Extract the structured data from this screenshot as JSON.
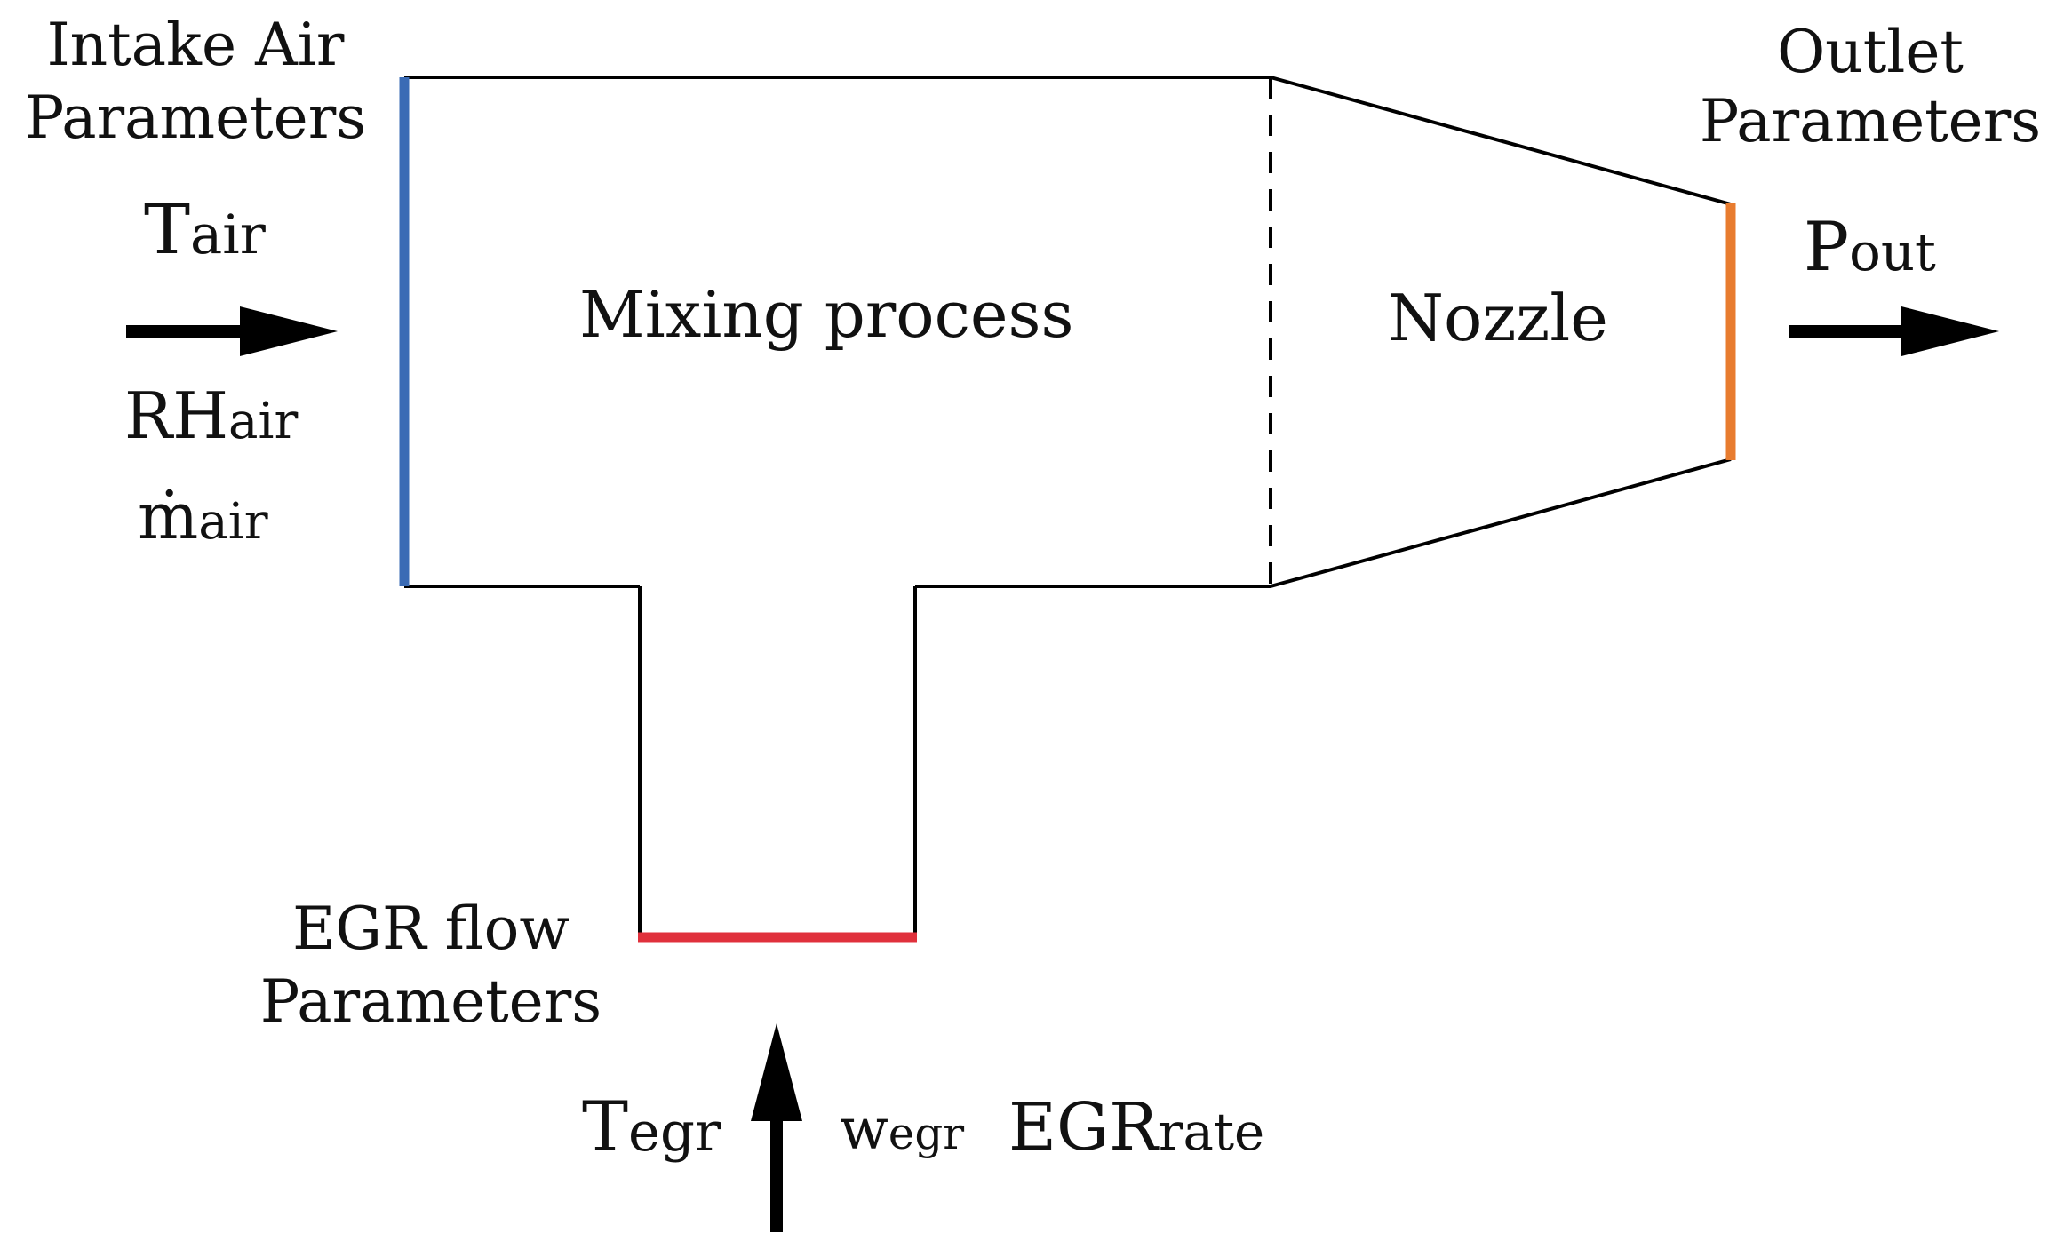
{
  "labels": {
    "intake": {
      "line1": "Intake Air",
      "line2": "Parameters"
    },
    "outlet": {
      "line1": "Outlet",
      "line2": "Parameters"
    },
    "egr": {
      "line1": "EGR flow",
      "line2": "Parameters"
    },
    "mixing": "Mixing process",
    "nozzle": "Nozzle"
  },
  "variables": {
    "t_air": {
      "base": "T",
      "sub": "air"
    },
    "rh_air": {
      "base": "RH",
      "sub": "air"
    },
    "m_air": {
      "base": "ṁ",
      "sub": "air"
    },
    "p_out": {
      "base": "P",
      "sub": "out"
    },
    "t_egr": {
      "base": "T",
      "sub": "egr"
    },
    "w_egr": {
      "base": "w",
      "sub": "egr"
    },
    "egr_rate": {
      "base": "EGR",
      "sub": "rate"
    }
  },
  "colors": {
    "inlet_boundary": "#3a6bb5",
    "outlet_boundary": "#e87c2f",
    "egr_boundary": "#e0313c",
    "outline": "#000000"
  }
}
